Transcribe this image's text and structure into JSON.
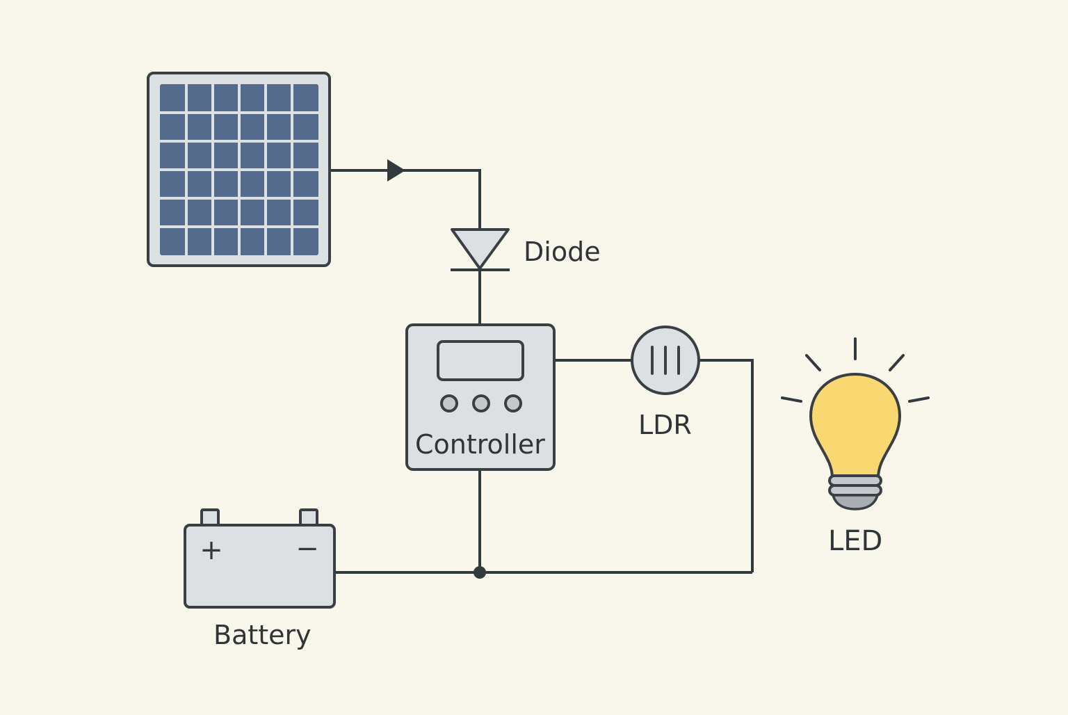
{
  "diagram": {
    "components": {
      "solar_panel": {
        "icon": "solar-panel-icon",
        "cell_color": "#546a8a"
      },
      "diode": {
        "label": "Diode",
        "icon": "diode-icon"
      },
      "controller": {
        "label": "Controller",
        "icon": "charge-controller-icon"
      },
      "ldr": {
        "label": "LDR",
        "icon": "ldr-icon"
      },
      "led": {
        "label": "LED",
        "icon": "light-bulb-icon",
        "bulb_color": "#f9d872"
      },
      "battery": {
        "label": "Battery",
        "icon": "battery-icon",
        "positive_symbol": "+",
        "negative_symbol": "−"
      }
    },
    "colors": {
      "background": "#f9f6ec",
      "line": "#333a3d",
      "component_fill": "#dde0e3"
    }
  }
}
